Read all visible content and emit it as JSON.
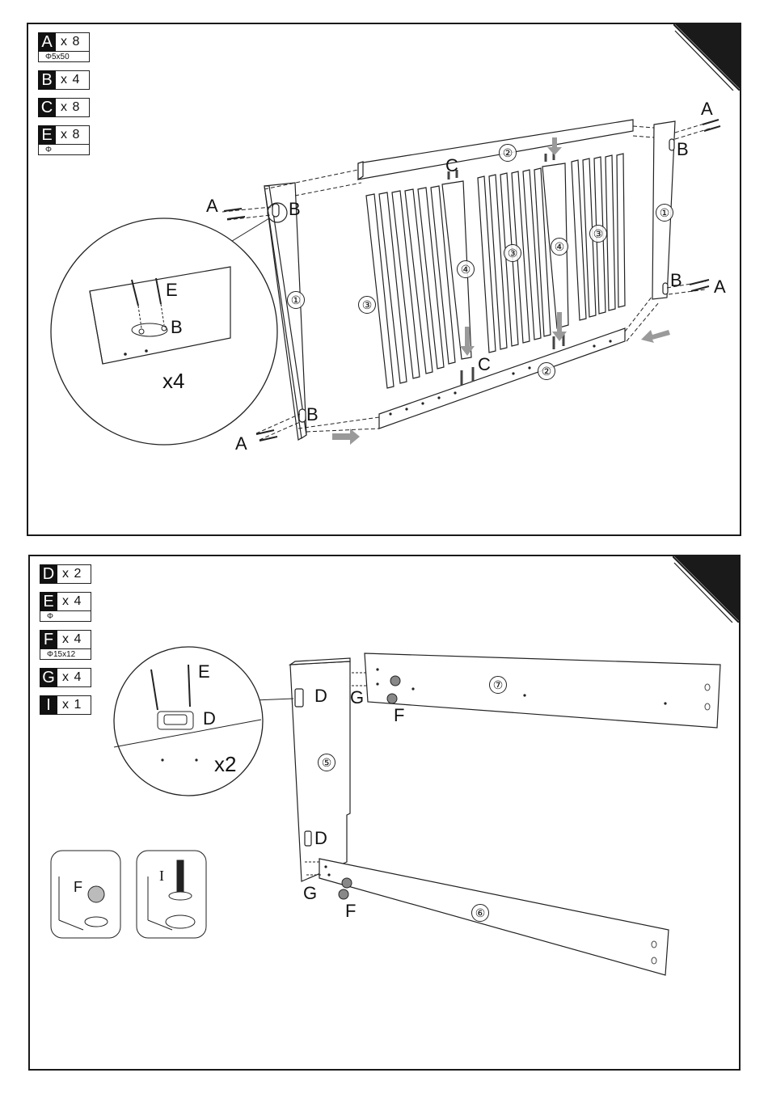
{
  "step1": {
    "parts": [
      {
        "letter": "A",
        "count": "x 8",
        "spec": "Φ5x50"
      },
      {
        "letter": "B",
        "count": "x 4"
      },
      {
        "letter": "C",
        "count": "x 8"
      },
      {
        "letter": "E",
        "count": "x 8",
        "spec": "Φ"
      }
    ],
    "labels": {
      "A": "A",
      "B": "B",
      "C": "C",
      "E": "E"
    },
    "numbers": {
      "n1": "①",
      "n2": "②",
      "n3": "③",
      "n4": "④"
    },
    "detail_multiplier": "x4"
  },
  "step2": {
    "parts": [
      {
        "letter": "D",
        "count": "x 2"
      },
      {
        "letter": "E",
        "count": "x 4",
        "spec": "Φ"
      },
      {
        "letter": "F",
        "count": "x 4",
        "spec": "Φ15x12"
      },
      {
        "letter": "G",
        "count": "x 4"
      },
      {
        "letter": "I",
        "count": "x 1"
      }
    ],
    "labels": {
      "D": "D",
      "E": "E",
      "F": "F",
      "G": "G",
      "I": "I"
    },
    "numbers": {
      "n5": "⑤",
      "n6": "⑥",
      "n7": "⑦"
    },
    "detail_multiplier": "x2"
  },
  "colors": {
    "ink": "#111111",
    "arrow": "#9a9a9a",
    "corner": "#1a1a1a"
  }
}
